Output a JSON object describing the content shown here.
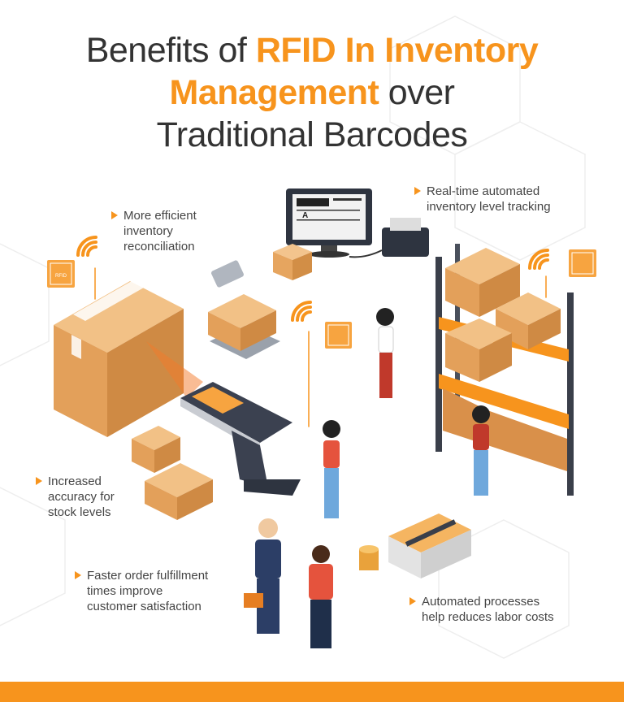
{
  "title": {
    "part1": "Benefits of ",
    "highlight1": "RFID In Inventory",
    "highlight2": "Management",
    "part2": " over",
    "line3": "Traditional Barcodes"
  },
  "benefits": [
    {
      "lines": [
        "More efficient",
        "inventory",
        "reconciliation"
      ]
    },
    {
      "lines": [
        "Real-time automated",
        "inventory level tracking"
      ]
    },
    {
      "lines": [
        "Increased",
        "accuracy for",
        "stock levels"
      ]
    },
    {
      "lines": [
        "Faster order fulfillment",
        "times improve",
        "customer satisfaction"
      ]
    },
    {
      "lines": [
        "Automated processes",
        "help reduces labor costs"
      ]
    }
  ],
  "rfid_tag_label": "RFID",
  "monitor_label": "A",
  "colors": {
    "accent": "#f7941d",
    "text": "#333333",
    "box": "#e8a860",
    "shelf": "#3a3f4a"
  },
  "icons": [
    "rfid-tag-icon",
    "wifi-signal-icon",
    "arrow-bullet-icon",
    "handheld-scanner-icon",
    "monitor-icon",
    "printer-icon",
    "cardboard-box-icon",
    "warehouse-shelf-icon",
    "money-stack-icon",
    "coin-stack-icon",
    "person-icon"
  ]
}
